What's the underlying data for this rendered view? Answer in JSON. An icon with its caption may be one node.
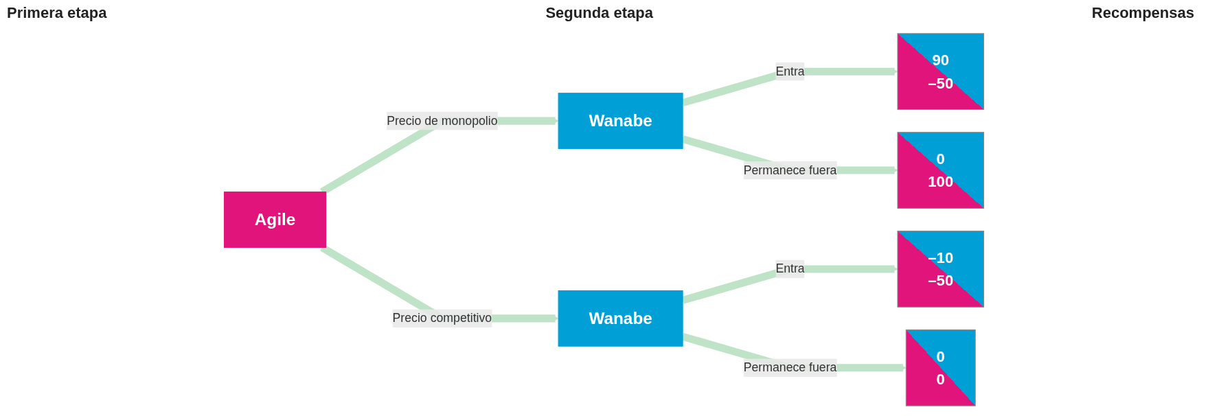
{
  "diagram": {
    "nodes": [
      {
        "text": [
          "Agile"
        ]
      },
      {
        "text": [
          "Wanabe"
        ]
      },
      {
        "text": [
          "Wanabe"
        ]
      },
      {
        "text": [
          "90",
          "–50"
        ]
      },
      {
        "text": [
          "0",
          "100"
        ]
      },
      {
        "text": [
          "–10",
          "–50"
        ]
      },
      {
        "text": [
          "0",
          "0"
        ]
      }
    ],
    "edges": [
      {
        "from": 0,
        "to": 1,
        "arrow": "to",
        "label": "Precio de monopolio"
      },
      {
        "from": 0,
        "to": 2,
        "arrow": "to",
        "label": "Precio competitivo"
      },
      {
        "from": 1,
        "to": 3,
        "arrow": "to",
        "label": "Entra"
      },
      {
        "from": 1,
        "to": 4,
        "arrow": "to",
        "label": "Permanece fuera"
      },
      {
        "from": 2,
        "to": 5,
        "arrow": "to",
        "label": "Entra"
      },
      {
        "from": 2,
        "to": 6,
        "arrow": "to",
        "label": "Permanece fuera"
      }
    ],
    "labels": [
      "Primera etapa",
      "Segunda etapa",
      "Recompensas"
    ]
  }
}
